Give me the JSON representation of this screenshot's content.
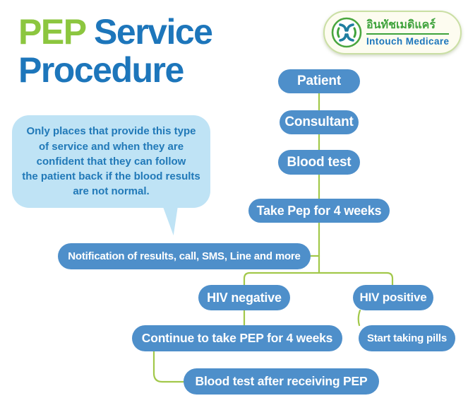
{
  "title": {
    "highlight": "PEP",
    "rest": " Service",
    "line2": "Procedure"
  },
  "logo": {
    "thai_name": "อินทัชเมดิแคร์",
    "english_name": "Intouch Medicare"
  },
  "note": {
    "text": "Only places that provide this type\nof service and when they are\nconfident that they can follow\nthe patient back if the blood results\nare not normal."
  },
  "flow": {
    "nodes": [
      {
        "id": "patient",
        "label": "Patient"
      },
      {
        "id": "consultant",
        "label": "Consultant"
      },
      {
        "id": "blood-test",
        "label": "Blood test"
      },
      {
        "id": "take-pep",
        "label": "Take Pep for 4 weeks"
      },
      {
        "id": "notification",
        "label": "Notification of results, call, SMS, Line and more"
      },
      {
        "id": "hiv-negative",
        "label": "HIV negative"
      },
      {
        "id": "hiv-positive",
        "label": "HIV positive"
      },
      {
        "id": "continue-pep",
        "label": "Continue to take PEP for 4 weeks"
      },
      {
        "id": "start-pills",
        "label": "Start taking pills"
      },
      {
        "id": "blood-test-after",
        "label": "Blood test after receiving PEP"
      }
    ]
  },
  "colors": {
    "title_green": "#8cc63f",
    "title_blue": "#1d76bb",
    "node_blue": "#4e8fca",
    "connector_green": "#a2c84a",
    "bubble_bg": "#bfe3f5",
    "bubble_text": "#2179b8",
    "logo_bg": "#fdfcf0",
    "logo_border": "#cadfa4",
    "logo_green": "#3fa33c",
    "logo_blue": "#1b75bc",
    "logo_teal": "#1f7ea0"
  }
}
